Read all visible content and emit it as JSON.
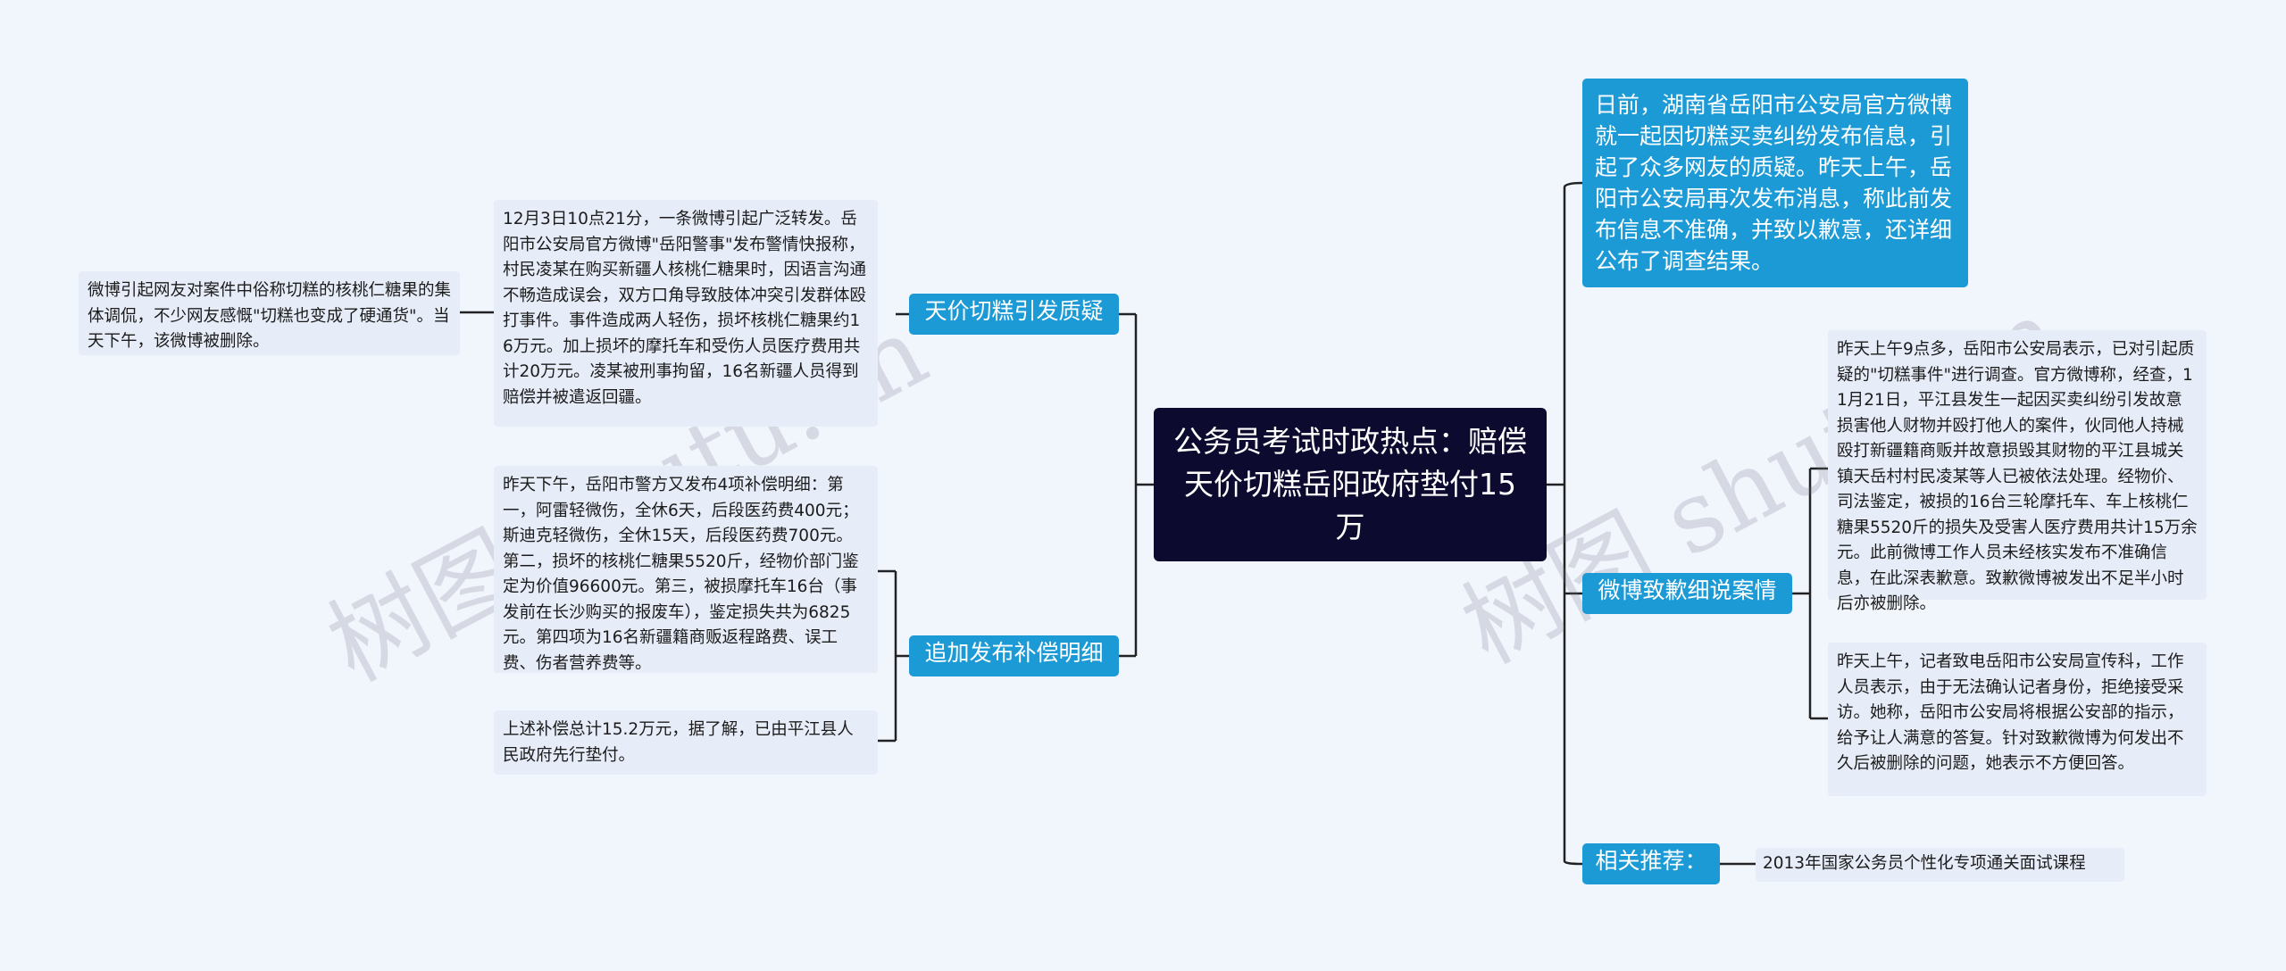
{
  "root": {
    "title": "公务员考试时政热点：赔偿天价切糕岳阳政府垫付15万"
  },
  "left": {
    "branch1": {
      "label": "天价切糕引发质疑",
      "detail": "12月3日10点21分，一条微博引起广泛转发。岳阳市公安局官方微博\"岳阳警事\"发布警情快报称，村民凌某在购买新疆人核桃仁糖果时，因语言沟通不畅造成误会，双方口角导致肢体冲突引发群体殴打事件。事件造成两人轻伤，损坏核桃仁糖果约16万元。加上损坏的摩托车和受伤人员医疗费用共计20万元。凌某被刑事拘留，16名新疆人员得到赔偿并被遣返回疆。",
      "sub": "微博引起网友对案件中俗称切糕的核桃仁糖果的集体调侃，不少网友感慨\"切糕也变成了硬通货\"。当天下午，该微博被删除。"
    },
    "branch2": {
      "label": "追加发布补偿明细",
      "detail1": "昨天下午，岳阳市警方又发布4项补偿明细：第一，阿雷轻微伤，全休6天，后段医药费400元；斯迪克轻微伤，全休15天，后段医药费700元。第二，损坏的核桃仁糖果5520斤，经物价部门鉴定为价值96600元。第三，被损摩托车16台（事发前在长沙购买的报废车），鉴定损失共为6825元。第四项为16名新疆籍商贩返程路费、误工费、伤者营养费等。",
      "detail2": "上述补偿总计15.2万元，据了解，已由平江县人民政府先行垫付。"
    }
  },
  "right": {
    "intro": "日前，湖南省岳阳市公安局官方微博就一起因切糕买卖纠纷发布信息，引起了众多网友的质疑。昨天上午，岳阳市公安局再次发布消息，称此前发布信息不准确，并致以歉意，还详细公布了调查结果。",
    "branch3": {
      "label": "微博致歉细说案情",
      "detail1": "昨天上午9点多，岳阳市公安局表示，已对引起质疑的\"切糕事件\"进行调查。官方微博称，经查，11月21日，平江县发生一起因买卖纠纷引发故意损害他人财物并殴打他人的案件，伙同他人持械殴打新疆籍商贩并故意损毁其财物的平江县城关镇天岳村村民凌某等人已被依法处理。经物价、司法鉴定，被损的16台三轮摩托车、车上核桃仁糖果5520斤的损失及受害人医疗费用共计15万余元。此前微博工作人员未经核实发布不准确信息，在此深表歉意。致歉微博被发出不足半小时后亦被删除。",
      "detail2": "昨天上午，记者致电岳阳市公安局宣传科，工作人员表示，由于无法确认记者身份，拒绝接受采访。她称，岳阳市公安局将根据公安部的指示，给予让人满意的答复。针对致歉微博为何发出不久后被删除的问题，她表示不方便回答。"
    },
    "branch4": {
      "label": "相关推荐：",
      "link": "2013年国家公务员个性化专项通关面试课程"
    }
  },
  "watermark": [
    "树图 shutu.cn",
    "树图 shutu.cn"
  ],
  "colors": {
    "root_bg": "#0c0a2e",
    "branch_bg": "#1b9ad6",
    "leaf_bg": "#e6ecf8",
    "line": "#222222",
    "page_bg": "#f1f5fc"
  }
}
